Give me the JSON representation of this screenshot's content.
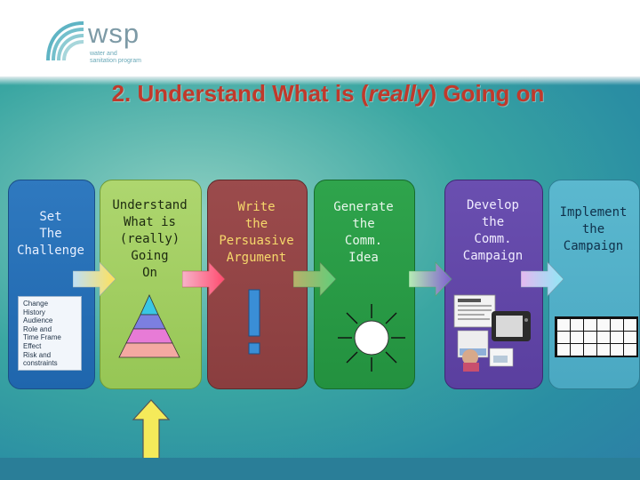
{
  "header": {
    "logo_word": "wsp",
    "logo_sub": "water and\nsanitation program"
  },
  "title": {
    "prefix": "2. Understand What is (",
    "emphasis": "really",
    "suffix": ") Going on"
  },
  "steps": [
    {
      "label": "Set\nThe\nChallenge",
      "color": "#2f79bf",
      "text_color": "#e8f0ff"
    },
    {
      "label": "Understand\nWhat is\n(really)\nGoing\nOn",
      "color": "#a4cf62",
      "text_color": "#1d2a10"
    },
    {
      "label": "Write\nthe\nPersuasive\nArgument",
      "color": "#934546",
      "text_color": "#f6d86b"
    },
    {
      "label": "Generate\nthe\nComm.\nIdea",
      "color": "#29a047",
      "text_color": "#e9f6ec"
    },
    {
      "label": "Develop\nthe\nComm.\nCampaign",
      "color": "#6249a8",
      "text_color": "#f0ecff"
    },
    {
      "label": "Implement\nthe\nCampaign",
      "color": "#52b0c9",
      "text_color": "#10304a"
    }
  ],
  "challenge_items": [
    "Change",
    "History",
    "Audience",
    "Role and",
    "Time Frame",
    "Effect",
    "Risk and",
    "constraints"
  ],
  "colors": {
    "title": "#c0392b",
    "exclamation": "#3a8ed6",
    "arrow_yellow": "#f5ea5a"
  },
  "icons": [
    "pyramid-icon",
    "exclamation-icon",
    "sun-icon",
    "media-collage-icon",
    "gantt-grid-icon"
  ]
}
